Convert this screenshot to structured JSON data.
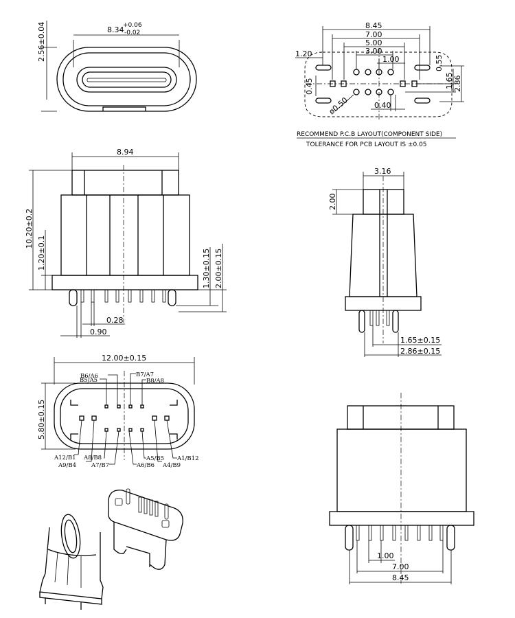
{
  "dimensions": {
    "top_width": {
      "base": "8.34",
      "tol_plus": "+0.06",
      "tol_minus": "-0.02"
    },
    "top_height": "2.56±0.04",
    "front_width": "8.94",
    "front_height": "10.20±0.2",
    "front_flange": "1.20±0.1",
    "front_pin1": "1.30±0.15",
    "front_pin2": "2.00±0.15",
    "front_pitch1": "0.28",
    "front_pitch2": "0.90",
    "side_width": "3.16",
    "side_height": "2.00",
    "side_d1": "1.65±0.15",
    "side_d2": "2.86±0.15",
    "pcb_w1": "8.45",
    "pcb_w2": "7.00",
    "pcb_w3": "5.00",
    "pcb_w4": "3.00",
    "pcb_w5": "1.00",
    "pcb_left": "1.20",
    "pcb_h1": "0.45",
    "pcb_h2": "0.55",
    "pcb_h3": "1.65",
    "pcb_h4": "2.86",
    "pcb_dia": "ø0.50",
    "pcb_gap": "0.40",
    "bottom_width": "12.00±0.15",
    "bottom_height": "5.80±0.15",
    "back_pitch": "1.00",
    "back_w1": "7.00",
    "back_w2": "8.45"
  },
  "notes": {
    "pcb_title": "RECOMMEND P.C.B LAYOUT(COMPONENT SIDE)",
    "pcb_tolerance": "TOLERANCE FOR PCB LAYOUT IS ±0.05"
  },
  "pin_labels": {
    "top": [
      "B6/A6",
      "B7/A7",
      "B5/A5",
      "B8/A8"
    ],
    "bottom": [
      "A12/B1",
      "A8/B8",
      "A5/B5",
      "A1/B12",
      "A9/B4",
      "A7/B7",
      "A6/B6",
      "A4/B9"
    ]
  }
}
